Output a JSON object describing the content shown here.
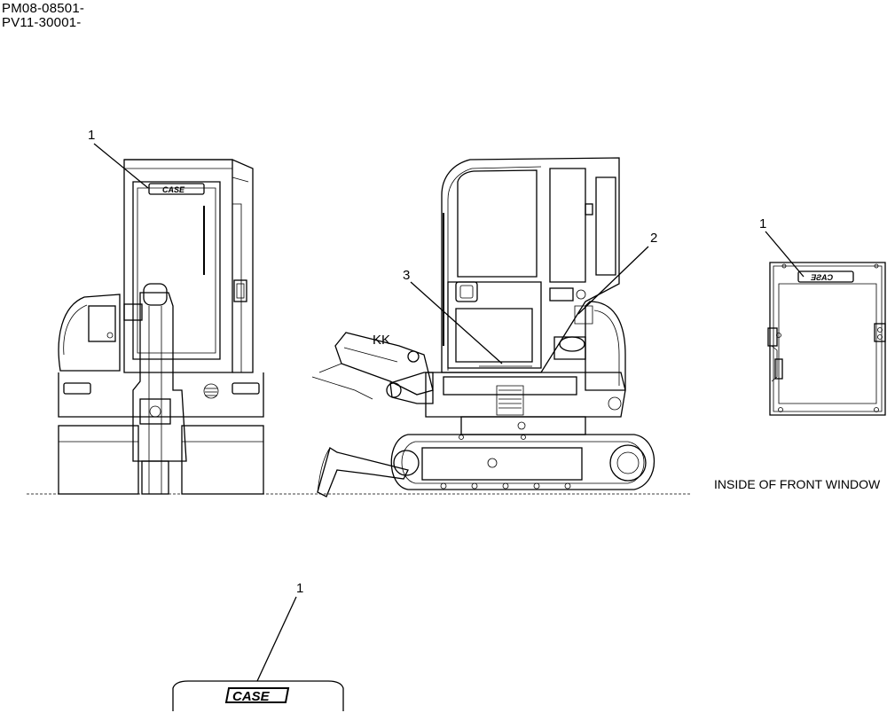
{
  "header": {
    "serial_range_1": "PM08-08501-",
    "serial_range_2": "PV11-30001-"
  },
  "callouts": {
    "rear_view": "1",
    "side_view_decal": "2",
    "side_view_panel": "3",
    "window_view": "1",
    "decal_detail": "1"
  },
  "captions": {
    "inside_front_window": "INSIDE OF FRONT WINDOW"
  },
  "logos": {
    "brand": "CASE",
    "mirrored": "ƎƧAƆ"
  }
}
